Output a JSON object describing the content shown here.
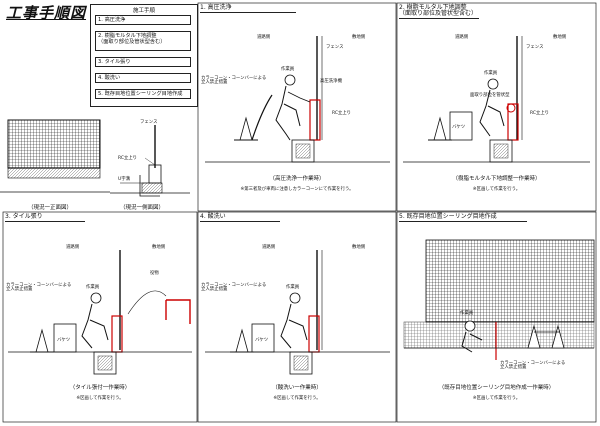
{
  "title": "工事手順図",
  "procedure": {
    "header": "施工手順",
    "steps": [
      "1. 高圧洗浄",
      "2. 樹脂モルタル下地調整\n（面取り部位及管状型含む）",
      "3. タイル張り",
      "4. 酸洗い",
      "5. 既存目地位置シーリング目地作成"
    ]
  },
  "existing": {
    "fence_label": "フェンス",
    "curb_label": "RC立上り",
    "ditch_label": "U字溝",
    "front_caption": "（現況一正面図）",
    "side_caption": "（現況一側面図）"
  },
  "panels": [
    {
      "title": "1. 高圧洗浄",
      "road": "道路側",
      "site": "敷地側",
      "fence": "フェンス",
      "worker": "作業員",
      "cone": "カラーコーン・コーンバーによる\n立入禁止措置",
      "tool": "高圧洗浄機",
      "curb": "RC立上り",
      "caption": "（高圧洗浄一作業時）",
      "note": "※第三者及び車両に注意しカラーコーンにて作業を行う。"
    },
    {
      "title": "2. 樹脂モルタル下地調整\n（面取り部位及管状型含む）",
      "road": "道路側",
      "site": "敷地側",
      "fence": "フェンス",
      "worker": "作業員",
      "cone": "",
      "tool": "面取り部位を管状型",
      "curb": "RC立上り",
      "bucket": "バケツ",
      "caption": "（樹脂モルタル下地調整一作業時）",
      "note": "※区画して作業を行う。"
    },
    {
      "title": "3. タイル張り",
      "road": "道路側",
      "site": "敷地側",
      "worker": "作業員",
      "material": "役物",
      "cone": "カラーコーン・コーンバーによる\n立入禁止措置",
      "bucket": "バケツ",
      "caption": "（タイル張付一作業時）",
      "note": "※区画して作業を行う。"
    },
    {
      "title": "4. 酸洗い",
      "road": "道路側",
      "site": "敷地側",
      "worker": "作業員",
      "cone": "カラーコーン・コーンバーによる\n立入禁止措置",
      "bucket": "バケツ",
      "caption": "（酸洗い一作業時）",
      "note": "※区画して作業を行う。"
    },
    {
      "title": "5. 既存目地位置シーリング目地作成",
      "worker": "作業員",
      "cone": "カラーコーン・コーンバーによる\n立入禁止措置",
      "caption": "（既存目地位置シーリング目地作成一作業時）",
      "note": "※区画して作業を行う。"
    }
  ]
}
